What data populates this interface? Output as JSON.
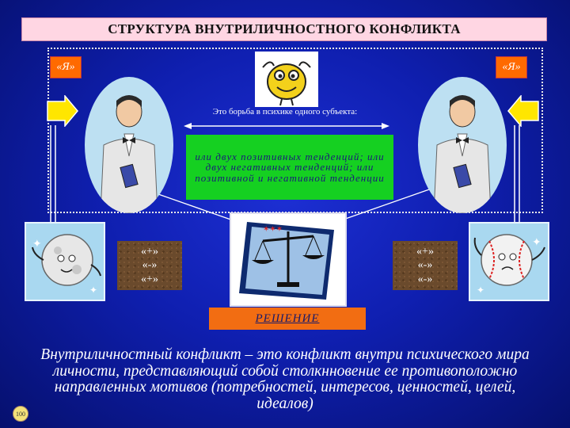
{
  "title": "СТРУКТУРА ВНУТРИЛИЧНОСТНОГО КОНФЛИКТА",
  "ya_left": "«Я»",
  "ya_right": "«Я»",
  "struggle_text": "Это борьба в психике одного субъекта:",
  "tendencies_text": "или двух позитивных тенденций; или двух негативных тенденций; или позитивной и негативной тенденции",
  "left_signs": [
    "«+»",
    "«-»",
    "«+»"
  ],
  "right_signs": [
    "«+»",
    "«-»",
    "«-»"
  ],
  "solution": "РЕШЕНИЕ",
  "definition": "Внутриличностный конфликт – это конфликт внутри психического мира личности, представляющий собой столкнновение ее противоположно направленных мотивов (потребностей, интересов, ценностей, целей, идеалов)",
  "page_number": "100",
  "colors": {
    "background": "#1428c8",
    "title_bg": "#ffd6e3",
    "ya_bg": "#ff6a00",
    "green": "#15d021",
    "solution_bg": "#f26d12"
  },
  "icons": [
    "arrow-right-icon",
    "arrow-left-icon",
    "bird-icon",
    "man-icon",
    "moon-icon",
    "baseball-icon",
    "scales-icon"
  ]
}
